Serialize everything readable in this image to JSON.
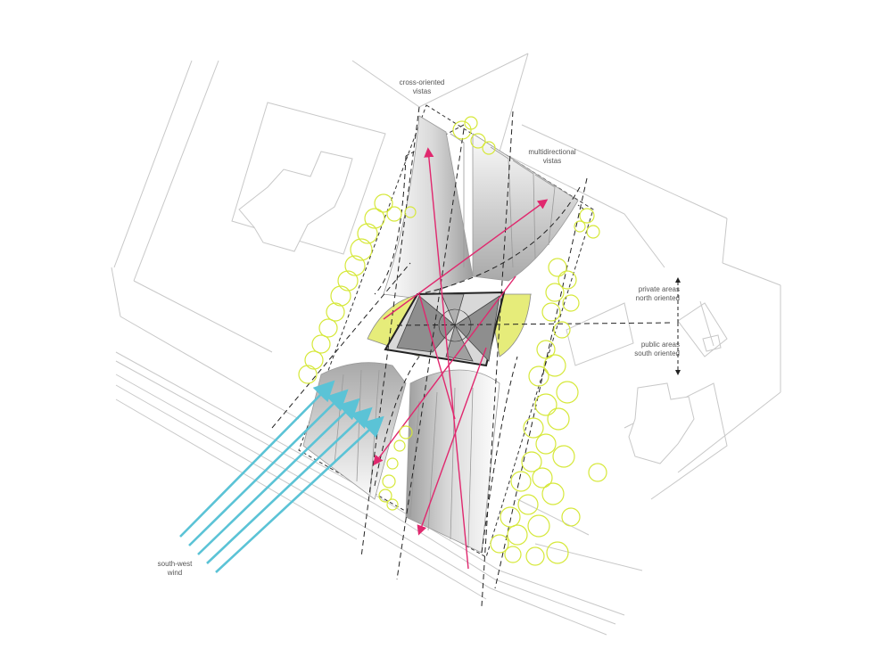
{
  "labels": {
    "cross_oriented": {
      "line1": "cross-oriented",
      "line2": "vistas"
    },
    "multidirectional": {
      "line1": "multidirectional",
      "line2": "vistas"
    },
    "private_areas": {
      "line1": "private areas",
      "line2": "north oriented"
    },
    "public_areas": {
      "line1": "public areas",
      "line2": "south oriented"
    },
    "wind": {
      "line1": "south-west",
      "line2": "wind"
    }
  },
  "colors": {
    "context_line": "#c8c8c8",
    "trees": "#d6e83a",
    "wind_arrows": "#5bc3d6",
    "vista_arrows": "#e0286e",
    "court_fill": "#e6ec7a",
    "dashed": "#333333",
    "roof_dark": "#8e8e8e"
  },
  "icons": {
    "wind": "arrow-icon",
    "vista": "arrow-icon",
    "orientation": "double-arrow-icon"
  }
}
